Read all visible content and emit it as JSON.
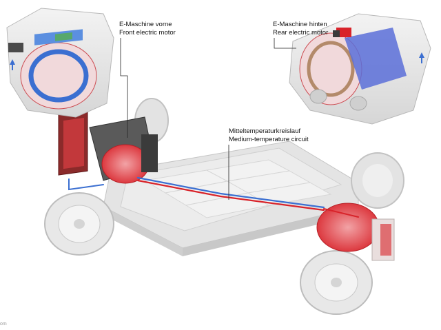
{
  "labels": {
    "front_motor": {
      "de": "E-Maschine vorne",
      "en": "Front electric motor"
    },
    "rear_motor": {
      "de": "E-Maschine hinten",
      "en": "Rear electric motor"
    },
    "circuit": {
      "de": "Mitteltemperaturkreislauf",
      "en": "Medium-temperature circuit"
    }
  },
  "corner_fragment": "om",
  "colors": {
    "coolant_hot": "#d8232a",
    "coolant_cold": "#3b6fd1",
    "housing": "#d9d9d9",
    "background": "#ffffff"
  }
}
